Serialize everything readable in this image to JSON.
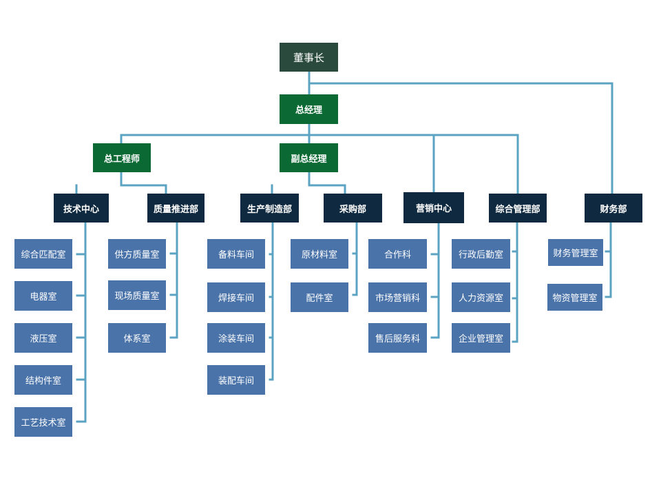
{
  "colors": {
    "connector": "#5ba3c3",
    "chairman": "#2a4a3e",
    "executive": "#0b6a34",
    "department": "#0f2940",
    "office": "#4a73aa"
  },
  "chairman": "董事长",
  "general_manager": "总经理",
  "chief_engineer": "总工程师",
  "deputy_gm": "副总经理",
  "departments": {
    "tech_center": {
      "label": "技术中心",
      "offices": [
        "综合匹配室",
        "电器室",
        "液压室",
        "结构件室",
        "工艺技术室"
      ]
    },
    "quality": {
      "label": "质量推进部",
      "offices": [
        "供方质量室",
        "现场质量室",
        "体系室"
      ]
    },
    "production": {
      "label": "生产制造部",
      "offices": [
        "备料车间",
        "焊接车间",
        "涂装车间",
        "装配车间"
      ]
    },
    "purchasing": {
      "label": "采购部",
      "offices": [
        "原材料室",
        "配件室"
      ]
    },
    "marketing": {
      "label": "营销中心",
      "offices": [
        "合作科",
        "市场营销科",
        "售后服务科"
      ]
    },
    "admin": {
      "label": "综合管理部",
      "offices": [
        "行政后勤室",
        "人力资源室",
        "企业管理室"
      ]
    },
    "finance": {
      "label": "财务部",
      "offices": [
        "财务管理室",
        "物资管理室"
      ]
    }
  }
}
